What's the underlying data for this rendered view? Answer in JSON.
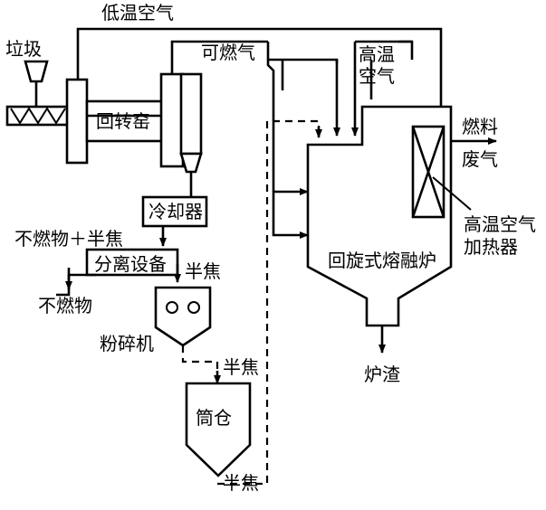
{
  "labels": {
    "low_temp_air": "低温空气",
    "garbage": "垃圾",
    "rotary_kiln": "回转窑",
    "combustible_gas": "可燃气",
    "high_temp_air": "高温空气",
    "fuel": "燃料",
    "exhaust": "废气",
    "cooler": "冷却器",
    "noncombustible_plus_semicoke": "不燃物＋半焦",
    "separator": "分离设备",
    "semicoke_1": "半焦",
    "noncombustible": "不燃物",
    "crusher": "粉碎机",
    "semicoke_2": "半焦",
    "silo": "筒仓",
    "semicoke_3": "半焦",
    "air_heater": "高温空气加热器",
    "melting_furnace": "回旋式熔融炉",
    "slag": "炉渣"
  }
}
